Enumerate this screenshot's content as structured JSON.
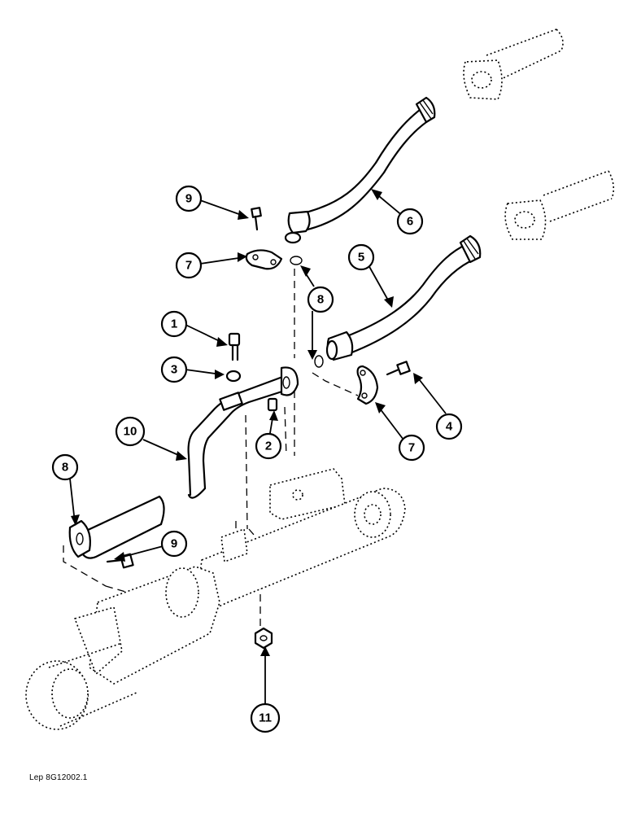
{
  "callouts": [
    {
      "id": "callout-1",
      "label": "1"
    },
    {
      "id": "callout-2",
      "label": "2"
    },
    {
      "id": "callout-3",
      "label": "3"
    },
    {
      "id": "callout-4",
      "label": "4"
    },
    {
      "id": "callout-5",
      "label": "5"
    },
    {
      "id": "callout-6",
      "label": "6"
    },
    {
      "id": "callout-7a",
      "label": "7"
    },
    {
      "id": "callout-7b",
      "label": "7"
    },
    {
      "id": "callout-8a",
      "label": "8"
    },
    {
      "id": "callout-8b",
      "label": "8"
    },
    {
      "id": "callout-9a",
      "label": "9"
    },
    {
      "id": "callout-9b",
      "label": "9"
    },
    {
      "id": "callout-10",
      "label": "10"
    },
    {
      "id": "callout-11",
      "label": "11"
    }
  ],
  "reference": "Lep 8G12002.1"
}
